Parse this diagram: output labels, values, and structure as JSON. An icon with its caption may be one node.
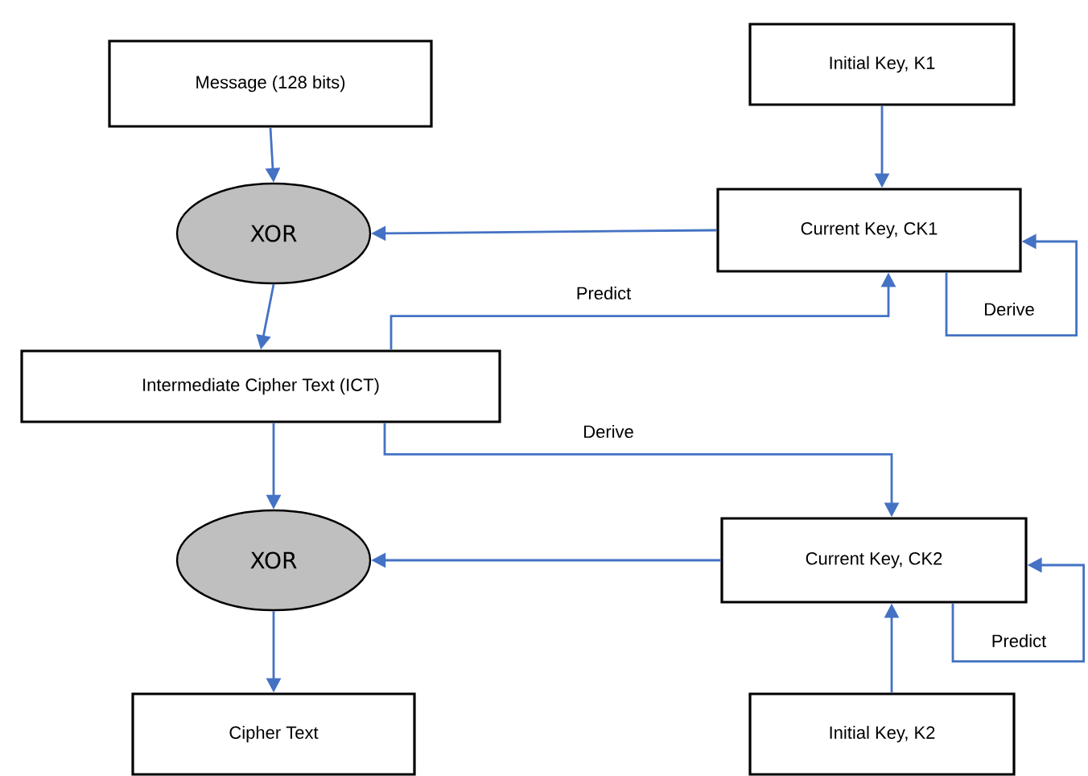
{
  "diagram": {
    "nodes": [
      {
        "text": [
          "Message (128 bits)"
        ]
      },
      {
        "text": [
          "Initial Key, K1"
        ]
      },
      {
        "text": [
          "XOR"
        ]
      },
      {
        "text": [
          "Current Key, CK1"
        ]
      },
      {
        "text": [
          "Intermediate Cipher Text (ICT)"
        ]
      },
      {
        "text": [
          "XOR"
        ]
      },
      {
        "text": [
          "Current Key, CK2"
        ]
      },
      {
        "text": [
          "Cipher Text"
        ]
      },
      {
        "text": [
          "Initial Key, K2"
        ]
      }
    ],
    "edges": [
      {
        "from": 0,
        "to": 2,
        "arrow": "to"
      },
      {
        "from": 1,
        "to": 3,
        "arrow": "to"
      },
      {
        "from": 3,
        "to": 2,
        "arrow": "to"
      },
      {
        "from": 2,
        "to": 4,
        "arrow": "to"
      },
      {
        "from": 4,
        "to": 3,
        "arrow": "to",
        "label": "Predict"
      },
      {
        "from": 3,
        "to": 3,
        "arrow": "to",
        "label": "Derive"
      },
      {
        "from": 4,
        "to": 6,
        "arrow": "to",
        "label": "Derive"
      },
      {
        "from": 4,
        "to": 5,
        "arrow": "to"
      },
      {
        "from": 6,
        "to": 5,
        "arrow": "to"
      },
      {
        "from": 6,
        "to": 6,
        "arrow": "to",
        "label": "Predict"
      },
      {
        "from": 8,
        "to": 6,
        "arrow": "to"
      },
      {
        "from": 5,
        "to": 7,
        "arrow": "to"
      }
    ]
  }
}
